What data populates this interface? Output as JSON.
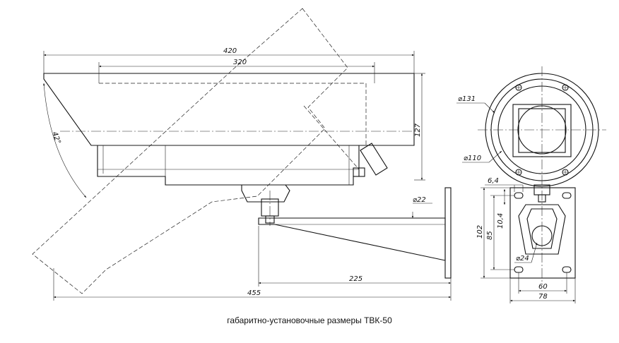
{
  "caption": "габаритно-установочные размеры ТВК-50",
  "dimensions": {
    "housing_length": "420",
    "window_length": "320",
    "housing_height": "127",
    "tilt_angle": "42°",
    "bracket_length": "225",
    "total_length": "455",
    "tube_diameter": "⌀22",
    "plate_height": "102",
    "hole_spacing_vertical": "85",
    "slot_length": "10,4",
    "slot_width": "6,4",
    "hole_spacing_horizontal": "60",
    "plate_width": "78",
    "hole_diameter": "⌀24",
    "outer_diameter": "⌀131",
    "inner_diameter": "⌀110"
  },
  "colors": {
    "line": "#111111",
    "background": "#ffffff"
  }
}
